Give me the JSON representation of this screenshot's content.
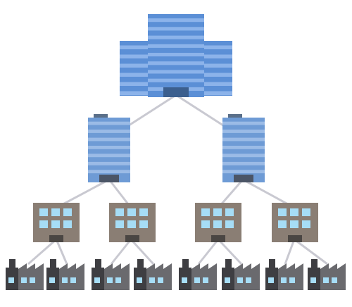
{
  "colors": {
    "background": "#ffffff",
    "connector": "#c9c9d1",
    "hq_body": "#5b8fd6",
    "hq_stripe": "#8cb3ea",
    "hq_door": "#3c5f8e",
    "branch_body": "#6e9bd5",
    "branch_stripe": "#9bbbe6",
    "branch_top": "#5a6f89",
    "branch_door": "#4b5566",
    "office_body": "#8a7e74",
    "office_window": "#a6ddf6",
    "office_door": "#4a4643",
    "factory_body": "#6a6a6e",
    "factory_dark": "#3e3e42",
    "factory_window": "#a6ddf6"
  },
  "hierarchy": {
    "headquarters": {
      "icon": "headquarters-building-icon",
      "count": 1
    },
    "branches": {
      "icon": "branch-building-icon",
      "count": 2
    },
    "offices": {
      "icon": "office-building-icon",
      "count": 4,
      "per_parent": 2
    },
    "factories": {
      "icon": "factory-icon",
      "count": 8,
      "per_parent": 2
    }
  }
}
